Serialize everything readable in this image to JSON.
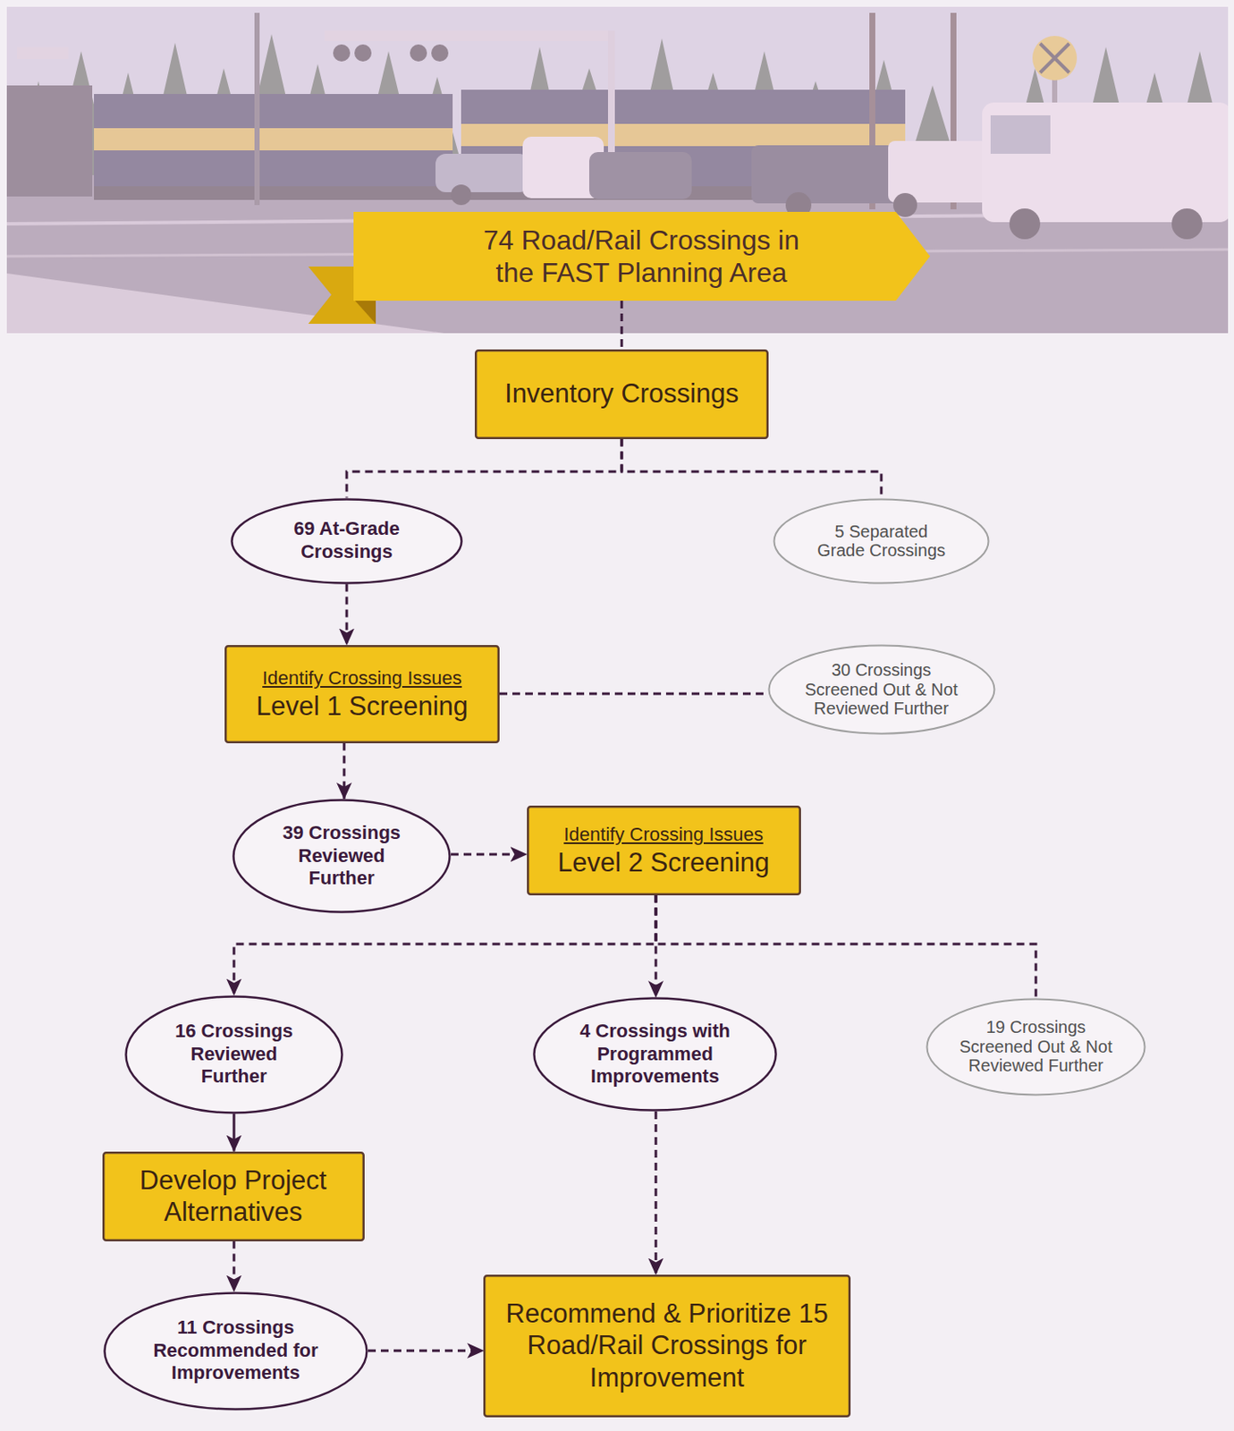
{
  "diagram": {
    "nodes": [
      {
        "text": [
          "74 Road/Rail Crossings in the FAST Planning Area"
        ]
      },
      {
        "text": [
          "Inventory Crossings"
        ]
      },
      {
        "text": [
          "69 At-Grade Crossings"
        ]
      },
      {
        "text": [
          "5 Separated Grade Crossings"
        ]
      },
      {
        "text": [
          "Identify Crossing Issues",
          "Level 1 Screening"
        ]
      },
      {
        "text": [
          "30 Crossings Screened Out & Not Reviewed Further"
        ]
      },
      {
        "text": [
          "39 Crossings Reviewed Further"
        ]
      },
      {
        "text": [
          "Identify Crossing Issues",
          "Level 2 Screening"
        ]
      },
      {
        "text": [
          "16 Crossings Reviewed Further"
        ]
      },
      {
        "text": [
          "4 Crossings with Programmed Improvements"
        ]
      },
      {
        "text": [
          "19 Crossings Screened Out & Not Reviewed Further"
        ]
      },
      {
        "text": [
          "Develop Project Alternatives"
        ]
      },
      {
        "text": [
          "11 Crossings Recommended for Improvements"
        ]
      },
      {
        "text": [
          "Recommend & Prioritize 15 Road/Rail Crossings for Improvement"
        ]
      }
    ],
    "edges": [
      {
        "from": 0,
        "to": 1,
        "arrow": "none"
      },
      {
        "from": 1,
        "to": 2,
        "arrow": "none"
      },
      {
        "from": 1,
        "to": 3,
        "arrow": "none"
      },
      {
        "from": 2,
        "to": 4,
        "arrow": "to"
      },
      {
        "from": 4,
        "to": 5,
        "arrow": "none"
      },
      {
        "from": 4,
        "to": 6,
        "arrow": "to"
      },
      {
        "from": 6,
        "to": 7,
        "arrow": "to"
      },
      {
        "from": 7,
        "to": 8,
        "arrow": "to"
      },
      {
        "from": 7,
        "to": 9,
        "arrow": "to"
      },
      {
        "from": 7,
        "to": 10,
        "arrow": "none"
      },
      {
        "from": 8,
        "to": 11,
        "arrow": "to"
      },
      {
        "from": 11,
        "to": 12,
        "arrow": "to"
      },
      {
        "from": 12,
        "to": 13,
        "arrow": "to"
      },
      {
        "from": 9,
        "to": 13,
        "arrow": "to"
      }
    ]
  }
}
